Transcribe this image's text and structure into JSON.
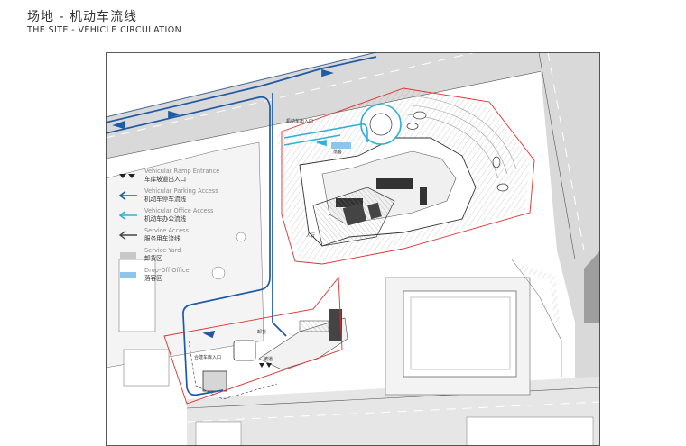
{
  "header": {
    "title_cn": "场地 - 机动车流线",
    "title_en": "THE SITE - VEHICLE CIRCULATION"
  },
  "legend": {
    "items": [
      {
        "en": "Vehicular Ramp Entrance",
        "cn": "车库坡道出入口",
        "symbol": "ramp-triangles",
        "color": "#222222"
      },
      {
        "en": "Vehicular Parking Access",
        "cn": "机动车停车流线",
        "symbol": "arrow-left",
        "color": "#1f5aa6"
      },
      {
        "en": "Vehicular Office Access",
        "cn": "机动车办公流线",
        "symbol": "arrow-left",
        "color": "#2fb0d8"
      },
      {
        "en": "Service Access",
        "cn": "服务用车流线",
        "symbol": "arrow-left",
        "color": "#444444"
      },
      {
        "en": "Service Yard",
        "cn": "卸货区",
        "symbol": "grey-box",
        "color": "#c8c8c8"
      },
      {
        "en": "Drop-Off Office",
        "cn": "落客区",
        "symbol": "blue-box",
        "color": "#8fc5e8"
      }
    ]
  },
  "map_labels": {
    "ramp_label_top": "机动车出入口",
    "drop_off_label": "落客",
    "sub_entry_label": "人行",
    "service_label": "卸货",
    "loading_label": "合建车库入口",
    "ramp_label_bottom": "坡道"
  },
  "colors": {
    "parking_route": "#1f5aa6",
    "office_route": "#2fb0d8",
    "site_boundary": "#e03030",
    "road_grey": "#d9d9d9"
  }
}
